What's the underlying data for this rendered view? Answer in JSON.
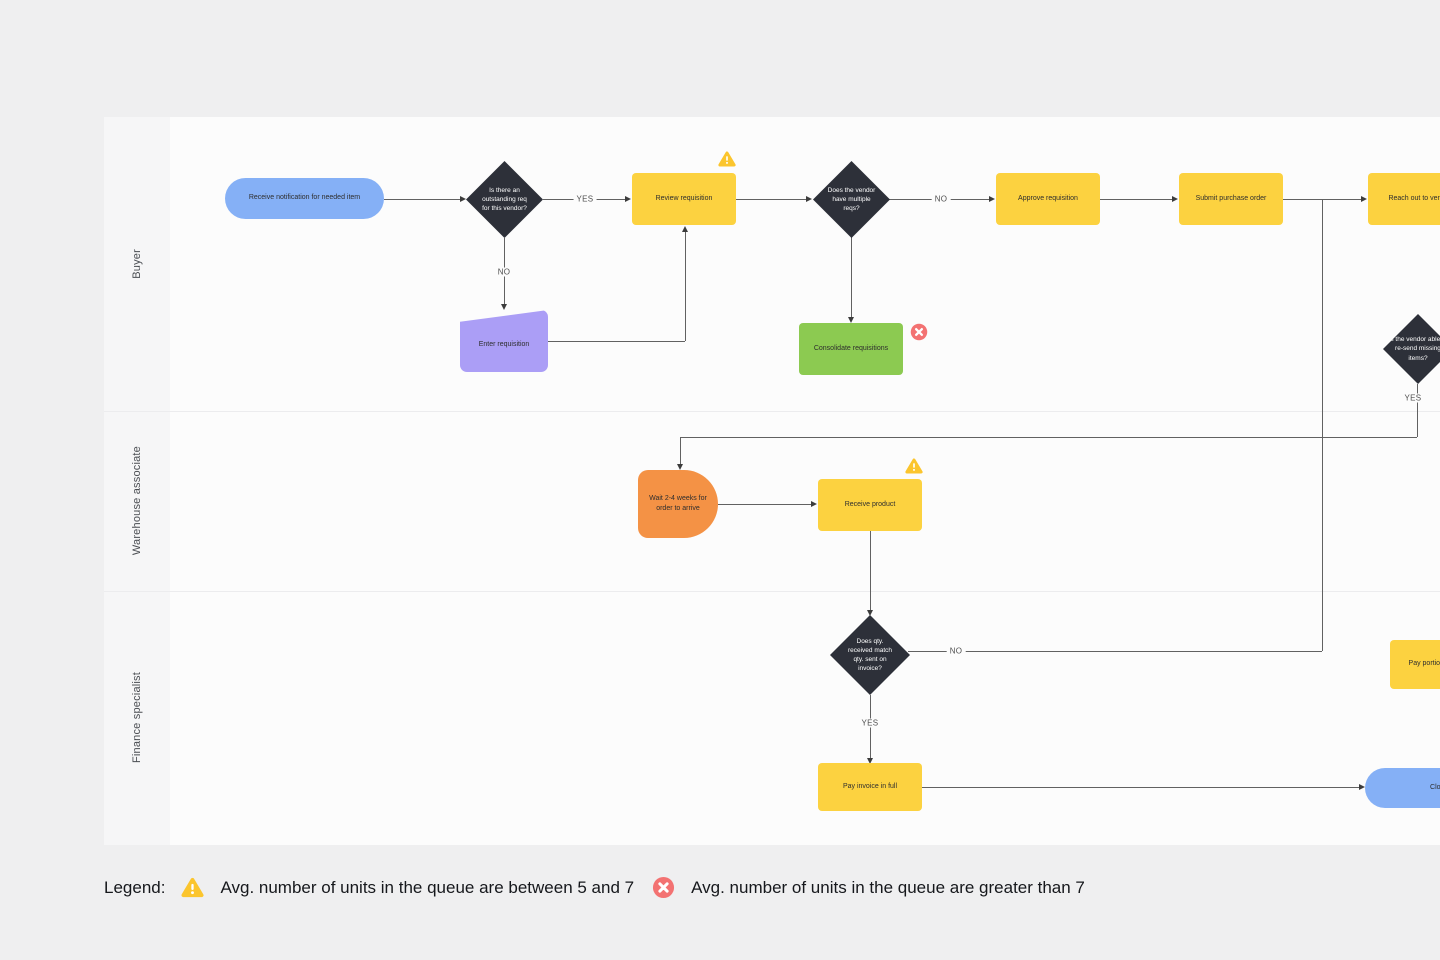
{
  "lanes": [
    {
      "label": "Buyer"
    },
    {
      "label": "Warehouse associate"
    },
    {
      "label": "Finance specialist"
    }
  ],
  "nodes": {
    "start": "Receive notification for needed item",
    "decision_outstanding_req": "Is there an outstanding req for this vendor?",
    "review_requisition": "Review requisition",
    "decision_multiple_reqs": "Does the vendor have multiple reqs?",
    "approve_requisition": "Approve requisition",
    "submit_purchase_order": "Submit purchase order",
    "reach_out_vendor": "Reach out to vendor",
    "enter_requisition": "Enter requisition",
    "consolidate_requisitions": "Consolidate requisitions",
    "decision_resend_missing": "Is the vendor able to re-send missing items?",
    "wait_for_order": "Wait 2-4 weeks for order to arrive",
    "receive_product": "Receive product",
    "decision_qty_match": "Does qty. received match qty. sent on invoice?",
    "pay_portion": "Pay portion of invoice",
    "pay_invoice_full": "Pay invoice in full",
    "end": "Close PO"
  },
  "edges": {
    "d1_yes": "YES",
    "d1_no": "NO",
    "d2_no": "NO",
    "d4_yes": "YES",
    "d3_no": "NO",
    "d3_yes": "YES"
  },
  "legend": {
    "title": "Legend:",
    "items": [
      {
        "icon": "warning-triangle",
        "text": "Avg. number of units in the queue are between 5 and 7"
      },
      {
        "icon": "error-circle",
        "text": "Avg. number of units in the queue are greater than 7"
      }
    ]
  },
  "colors": {
    "page-bg": "#EFEFF0",
    "canvas-bg": "#FCFCFC",
    "gutter-bg": "#F6F6F7",
    "yellow": "#FCD240",
    "blue": "#85B0F6",
    "green": "#8CCA51",
    "purple": "#AB9EF6",
    "orange": "#F49245",
    "dark": "#2D3039",
    "warning": "#FBC52D",
    "error": "#F37272"
  }
}
